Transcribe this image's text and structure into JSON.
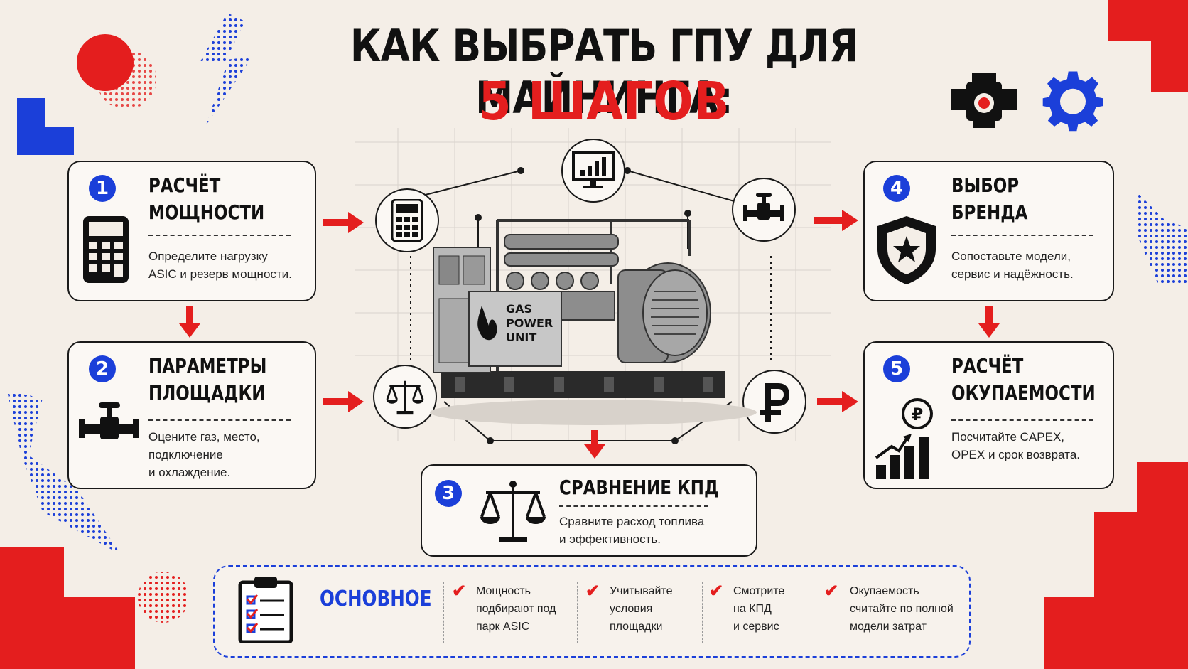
{
  "title": {
    "line1": "КАК ВЫБРАТЬ ГПУ ДЛЯ МАЙНИНГА:",
    "line2": "5 ШАГОВ"
  },
  "steps": [
    {
      "num": "1",
      "heading": "РАСЧЁТ\nМОЩНОСТИ",
      "text": "Определите нагрузку\nASIC и резерв мощности.",
      "icon": "calculator-icon"
    },
    {
      "num": "2",
      "heading": "ПАРАМЕТРЫ\nПЛОЩАДКИ",
      "text": "Оцените газ, место,\nподключение\nи охлаждение.",
      "icon": "valve-icon"
    },
    {
      "num": "3",
      "heading": "СРАВНЕНИЕ КПД",
      "text": "Сравните расход топлива\nи эффективность.",
      "icon": "scales-icon"
    },
    {
      "num": "4",
      "heading": "ВЫБОР\nБРЕНДА",
      "text": "Сопоставьте модели,\nсервис и надёжность.",
      "icon": "shield-star-icon"
    },
    {
      "num": "5",
      "heading": "РАСЧЁТ\nОКУПАЕМОСТИ",
      "text": "Посчитайте CAPEX,\nOPEX и срок возврата.",
      "icon": "ruble-growth-icon"
    }
  ],
  "generator_label": "GAS\nPOWER\nUNIT",
  "summary": {
    "title": "ОСНОВНОЕ",
    "items": [
      "Мощность\nподбирают под\nпарк ASIC",
      "Учитывайте\nусловия\nплощадки",
      "Смотрите\nна КПД\nи сервис",
      "Окупаемость\nсчитайте по полной\nмодели затрат"
    ]
  },
  "colors": {
    "accent_red": "#e41e1e",
    "accent_blue": "#1b3fd9",
    "background": "#f4eee7"
  }
}
